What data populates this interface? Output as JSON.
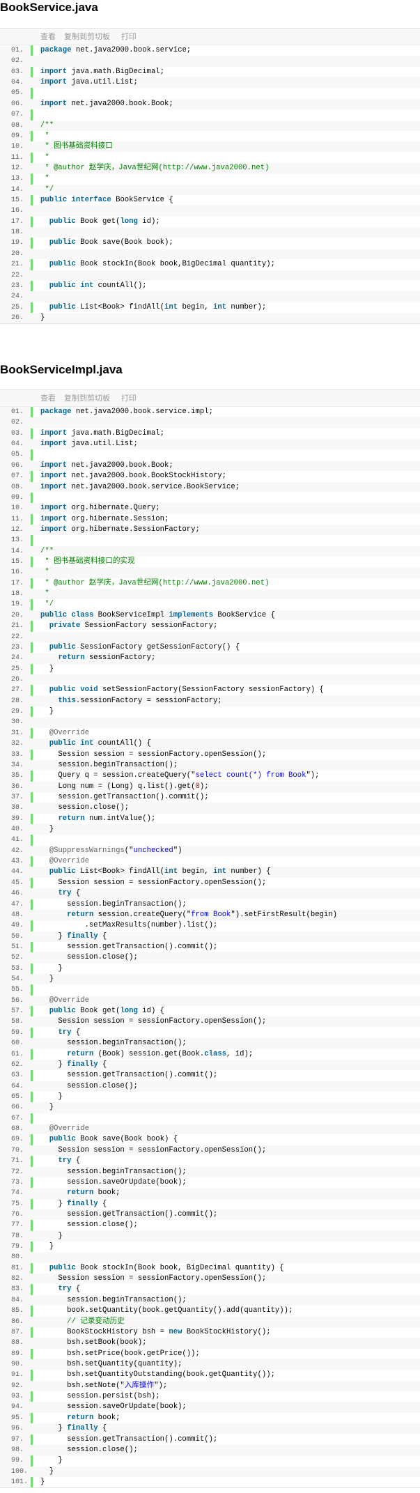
{
  "toolbar": {
    "view": "查看",
    "copy": "复制到剪切板",
    "print": "打印"
  },
  "files": [
    {
      "title": "BookService.java",
      "lines": [
        "package net.java2000.book.service;",
        "",
        "import java.math.BigDecimal;",
        "import java.util.List;",
        "",
        "import net.java2000.book.Book;",
        "",
        "/**",
        " *",
        " * 图书基础资料接口",
        " *",
        " * @author 赵学庆，Java世纪网(http://www.java2000.net)",
        " *",
        " */",
        "public interface BookService {",
        "",
        "  public Book get(long id);",
        "",
        "  public Book save(Book book);",
        "",
        "  public Book stockIn(Book book,BigDecimal quantity);",
        "",
        "  public int countAll();",
        "",
        "  public List<Book> findAll(int begin, int number);",
        "}"
      ]
    },
    {
      "title": "BookServiceImpl.java",
      "lines": [
        "package net.java2000.book.service.impl;",
        "",
        "import java.math.BigDecimal;",
        "import java.util.List;",
        "",
        "import net.java2000.book.Book;",
        "import net.java2000.book.BookStockHistory;",
        "import net.java2000.book.service.BookService;",
        "",
        "import org.hibernate.Query;",
        "import org.hibernate.Session;",
        "import org.hibernate.SessionFactory;",
        "",
        "/**",
        " * 图书基础资料接口的实现",
        " *",
        " * @author 赵学庆，Java世纪网(http://www.java2000.net)",
        " *",
        " */",
        "public class BookServiceImpl implements BookService {",
        "  private SessionFactory sessionFactory;",
        "",
        "  public SessionFactory getSessionFactory() {",
        "    return sessionFactory;",
        "  }",
        "",
        "  public void setSessionFactory(SessionFactory sessionFactory) {",
        "    this.sessionFactory = sessionFactory;",
        "  }",
        "",
        "  @Override",
        "  public int countAll() {",
        "    Session session = sessionFactory.openSession();",
        "    session.beginTransaction();",
        "    Query q = session.createQuery(\"select count(*) from Book\");",
        "    Long num = (Long) q.list().get(0);",
        "    session.getTransaction().commit();",
        "    session.close();",
        "    return num.intValue();",
        "  }",
        "",
        "  @SuppressWarnings(\"unchecked\")",
        "  @Override",
        "  public List<Book> findAll(int begin, int number) {",
        "    Session session = sessionFactory.openSession();",
        "    try {",
        "      session.beginTransaction();",
        "      return session.createQuery(\"from Book\").setFirstResult(begin)",
        "          .setMaxResults(number).list();",
        "    } finally {",
        "      session.getTransaction().commit();",
        "      session.close();",
        "    }",
        "  }",
        "",
        "  @Override",
        "  public Book get(long id) {",
        "    Session session = sessionFactory.openSession();",
        "    try {",
        "      session.beginTransaction();",
        "      return (Book) session.get(Book.class, id);",
        "    } finally {",
        "      session.getTransaction().commit();",
        "      session.close();",
        "    }",
        "  }",
        "",
        "  @Override",
        "  public Book save(Book book) {",
        "    Session session = sessionFactory.openSession();",
        "    try {",
        "      session.beginTransaction();",
        "      session.saveOrUpdate(book);",
        "      return book;",
        "    } finally {",
        "      session.getTransaction().commit();",
        "      session.close();",
        "    }",
        "  }",
        "",
        "  public Book stockIn(Book book, BigDecimal quantity) {",
        "    Session session = sessionFactory.openSession();",
        "    try {",
        "      session.beginTransaction();",
        "      book.setQuantity(book.getQuantity().add(quantity));",
        "      // 记录变动历史",
        "      BookStockHistory bsh = new BookStockHistory();",
        "      bsh.setBook(book);",
        "      bsh.setPrice(book.getPrice());",
        "      bsh.setQuantity(quantity);",
        "      bsh.setQuantityOutstanding(book.getQuantity());",
        "      bsh.setNote(\"入库操作\");",
        "      session.persist(bsh);",
        "      session.saveOrUpdate(book);",
        "      return book;",
        "    } finally {",
        "      session.getTransaction().commit();",
        "      session.close();",
        "    }",
        "  }",
        "}"
      ]
    }
  ]
}
